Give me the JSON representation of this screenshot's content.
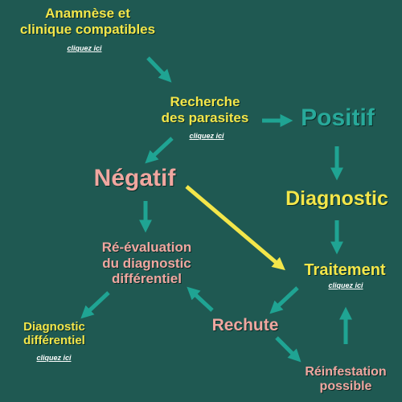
{
  "nodes": {
    "anamnese": "Anamnèse et\nclinique compatibles",
    "recherche": "Recherche\ndes parasites",
    "positif": "Positif",
    "negatif": "Négatif",
    "diagnostic": "Diagnostic",
    "reevaluation": "Ré-évaluation\ndu diagnostic\ndifférentiel",
    "traitement": "Traitement",
    "diag_diff": "Diagnostic\ndifférentiel",
    "rechute": "Rechute",
    "reinfestation": "Réinfestation\npossible"
  },
  "links": {
    "anamnese": "cliquez ici",
    "recherche": "cliquez ici",
    "traitement": "cliquez ici",
    "diag_diff": "cliquez ici"
  },
  "colors": {
    "background": "#1f5952",
    "yellow": "#f3e64a",
    "pink": "#f0a7a0",
    "teal": "#28a99a",
    "arrow": "#1fa493",
    "highlight_arrow": "#f3e64a"
  }
}
